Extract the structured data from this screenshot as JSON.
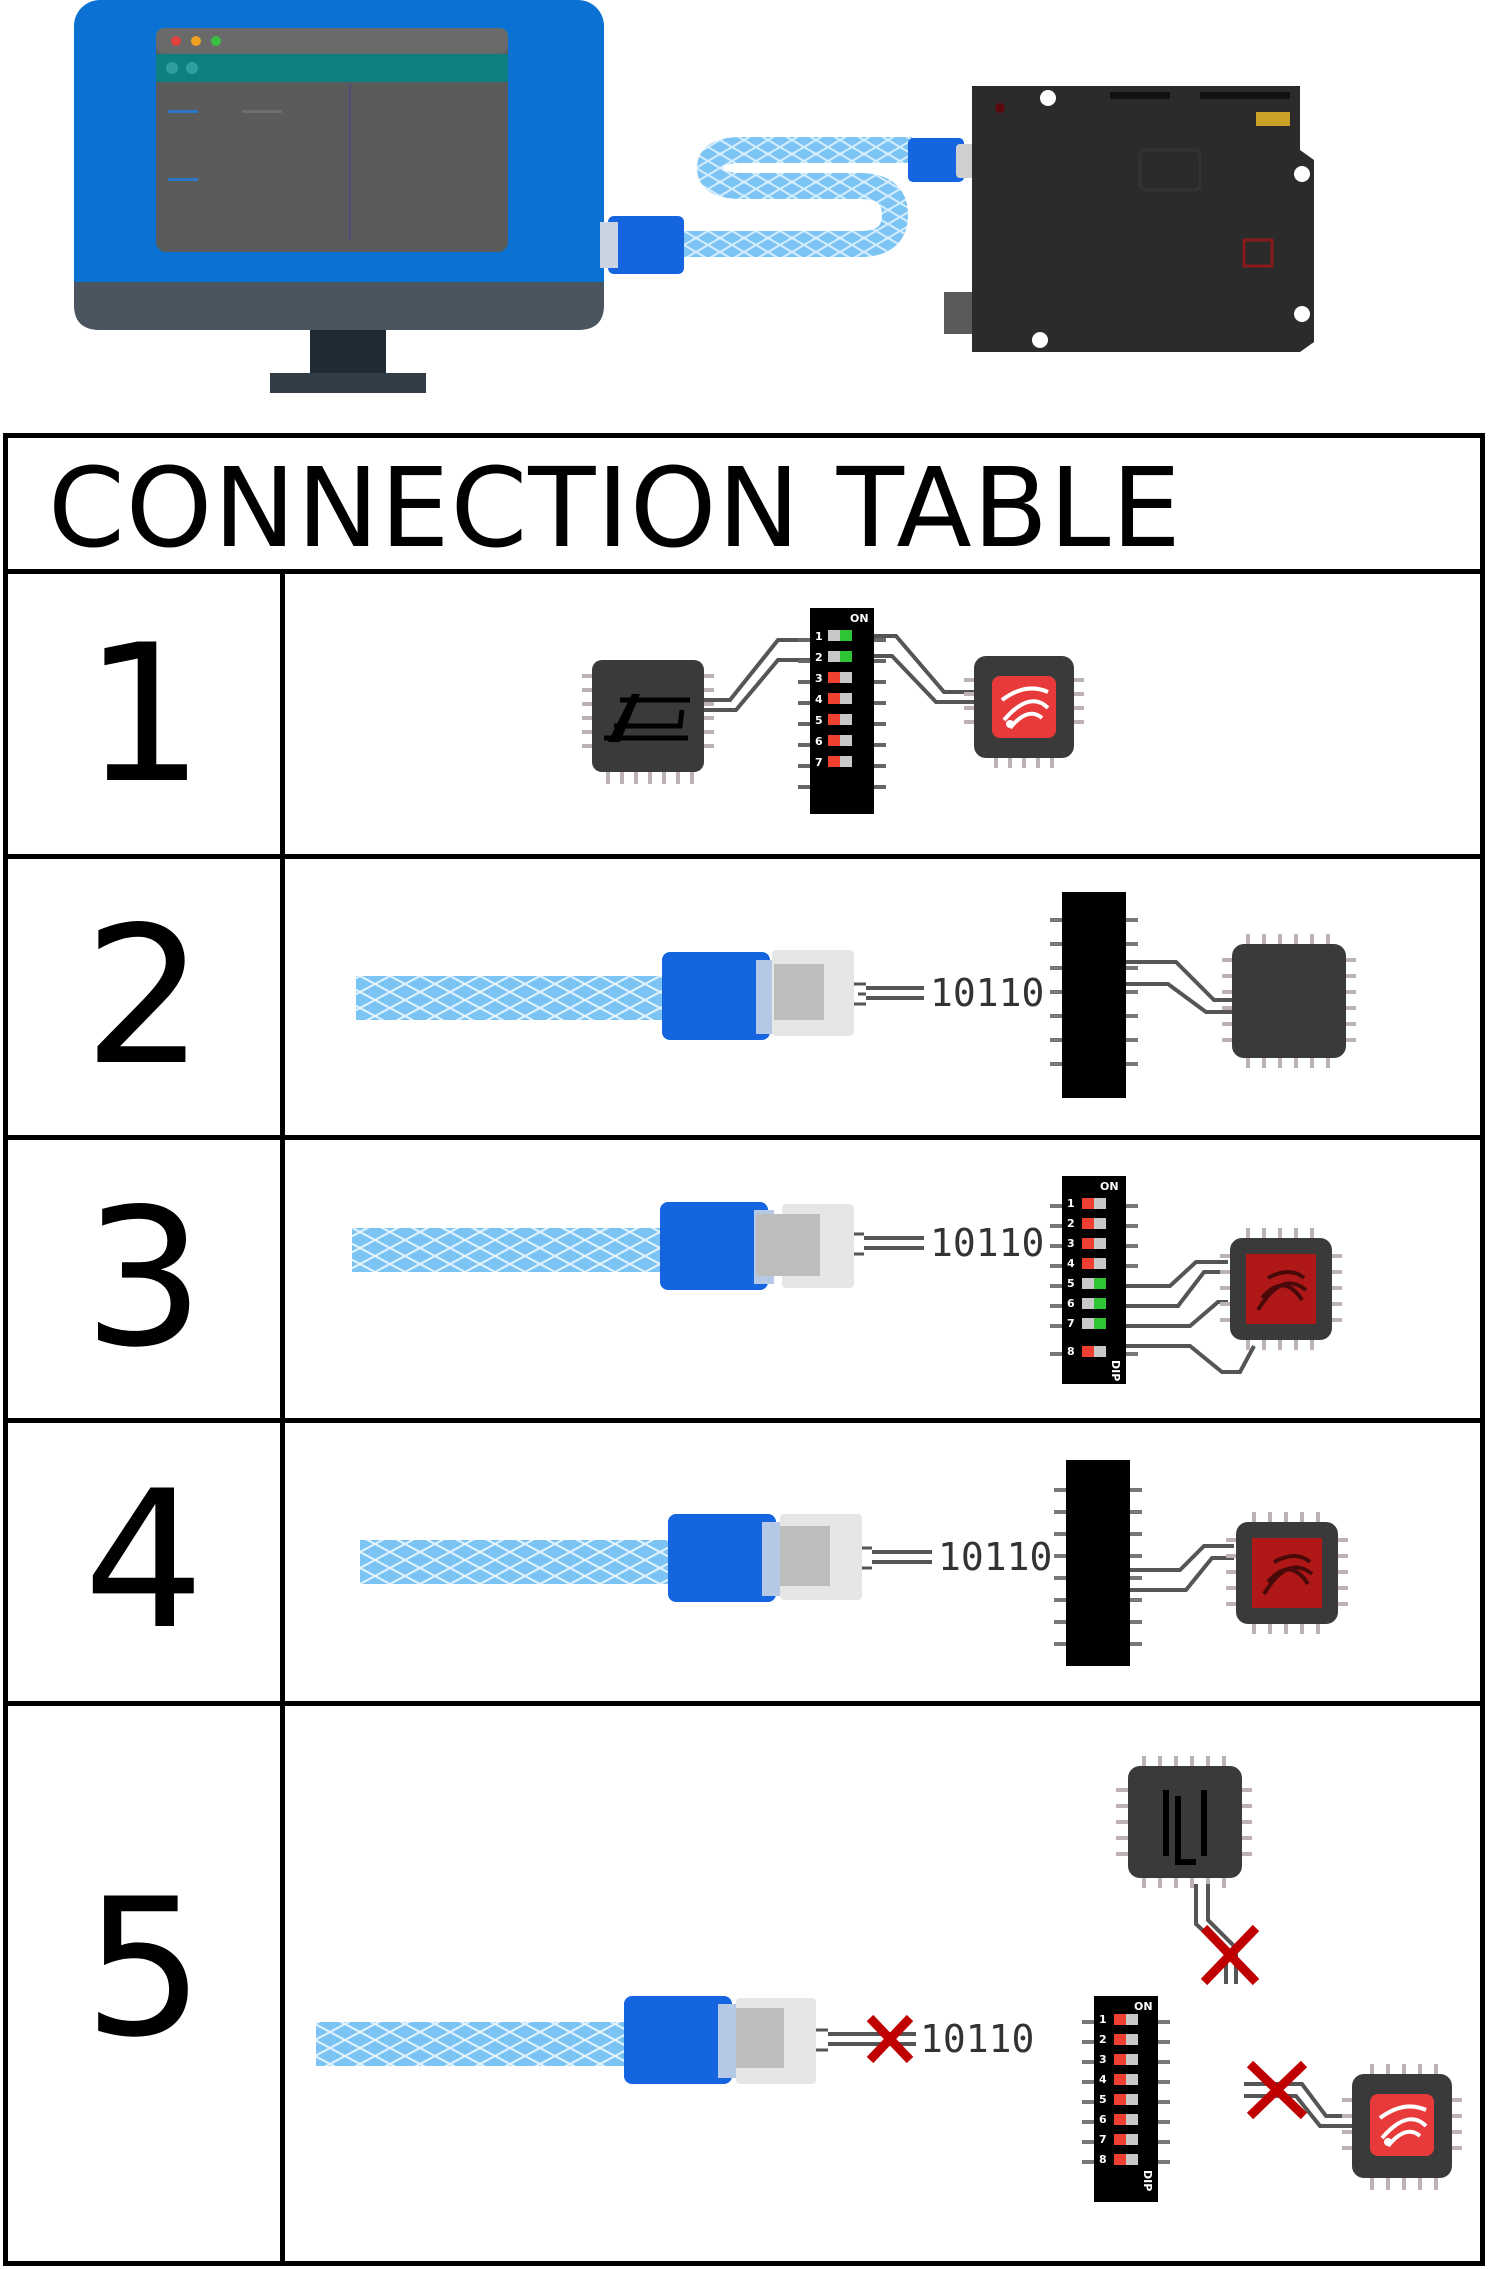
{
  "table": {
    "title": "CONNECTION TABLE",
    "rows": [
      {
        "number": "1"
      },
      {
        "number": "2",
        "bits": "10110"
      },
      {
        "number": "3",
        "bits": "10110"
      },
      {
        "number": "4",
        "bits": "10110"
      },
      {
        "number": "5",
        "bits": "10110"
      }
    ]
  },
  "labels": {
    "dip_on": "ON",
    "dip_label": "DIP",
    "switch_numbers_7": [
      "1",
      "2",
      "3",
      "4",
      "5",
      "6",
      "7"
    ],
    "switch_numbers_8": [
      "1",
      "2",
      "3",
      "4",
      "5",
      "6",
      "7",
      "8"
    ]
  },
  "colors": {
    "monitor_blue": "#0B72D4",
    "monitor_base": "#4A5560",
    "screen": "#5B5B5B",
    "screen_bar": "#0E8080",
    "board": "#2B2B2B",
    "cable": "#7CC4F4",
    "connector": "#1565E0",
    "switch_on": "#2EC436",
    "switch_off": "#F0402F",
    "espressif": "#E83A3A",
    "cross": "#C00000"
  },
  "icons": [
    "monitor-icon",
    "arduino-board-icon",
    "usb-cable-icon",
    "atmel-chip-icon",
    "espressif-chip-icon",
    "dip-switch-icon",
    "cross-icon"
  ]
}
